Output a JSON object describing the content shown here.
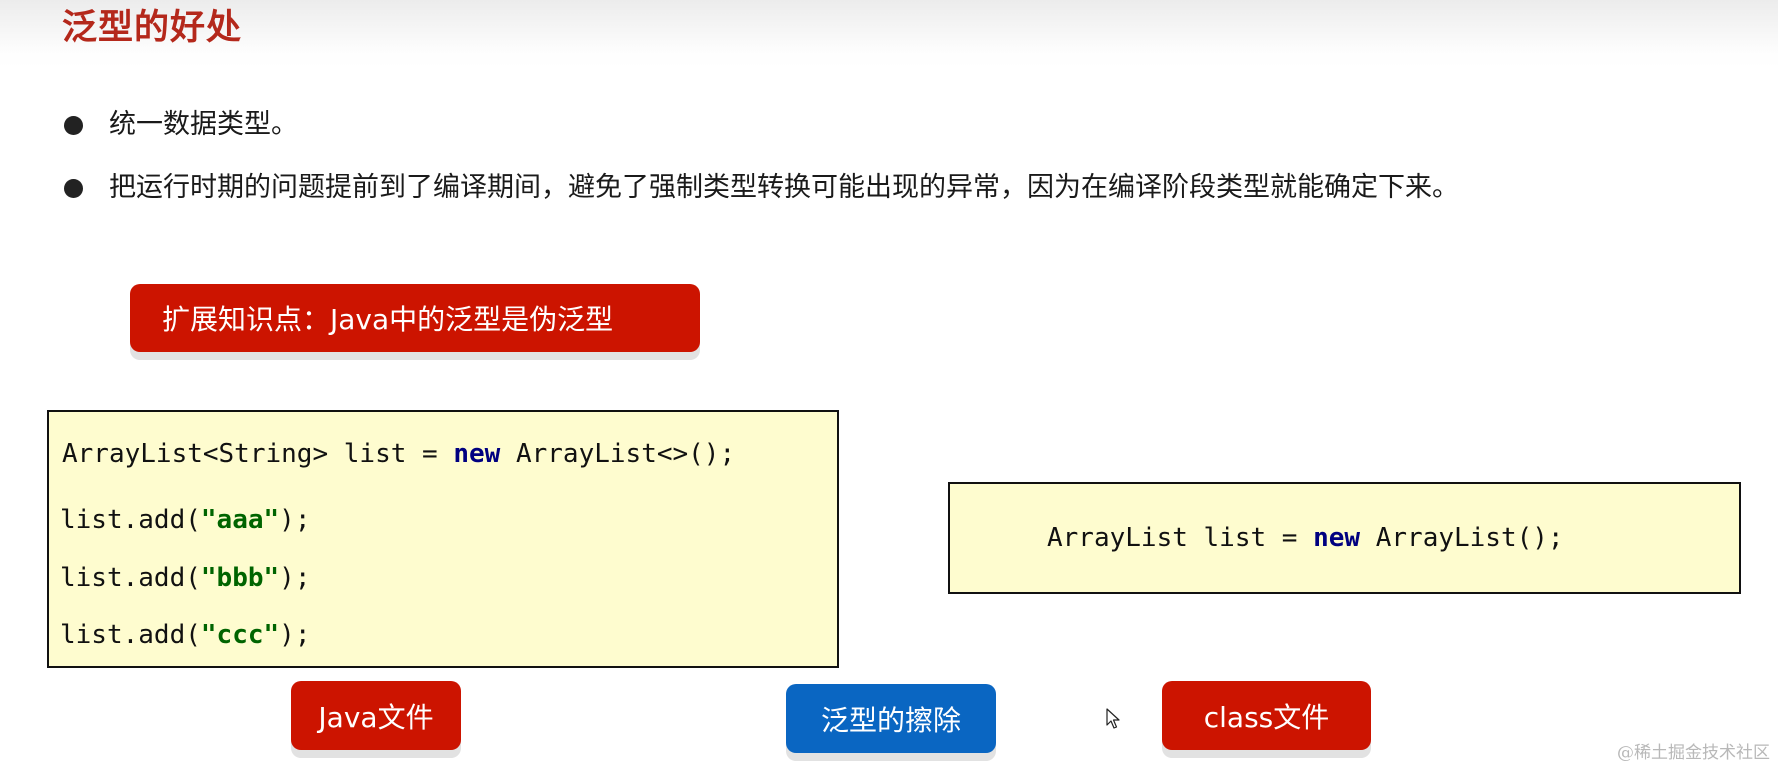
{
  "slide": {
    "title": "泛型的好处",
    "bullets": [
      {
        "text": "统一数据类型。"
      },
      {
        "text": "把运行时期的问题提前到了编译期间，避免了强制类型转换可能出现的异常，因为在编译阶段类型就能确定下来。"
      }
    ],
    "extension_label": "扩展知识点：Java中的泛型是伪泛型"
  },
  "code_left": {
    "lines": [
      {
        "pre": "ArrayList<String> list = ",
        "keyword": "new",
        "post": " ArrayList<>();"
      },
      {
        "pre": "list.add(",
        "string": "\"aaa\"",
        "post": ");"
      },
      {
        "pre": "list.add(",
        "string": "\"bbb\"",
        "post": ");"
      },
      {
        "pre": "list.add(",
        "string": "\"ccc\"",
        "post": ");"
      }
    ]
  },
  "code_right": {
    "line": {
      "pre": "ArrayList list = ",
      "keyword": "new",
      "post": " ArrayList();"
    }
  },
  "buttons": {
    "java_file": "Java文件",
    "erasure": "泛型的擦除",
    "class_file": "class文件"
  },
  "colors": {
    "title_red": "#b4281b",
    "pill_red": "#cc1400",
    "pill_blue": "#0a66c2",
    "code_bg": "#fefccf",
    "keyword": "#000080",
    "string": "#006400"
  },
  "watermark": "@稀土掘金技术社区",
  "icons": {
    "cursor": "mouse-pointer-icon",
    "bullet": "filled-circle-icon"
  }
}
